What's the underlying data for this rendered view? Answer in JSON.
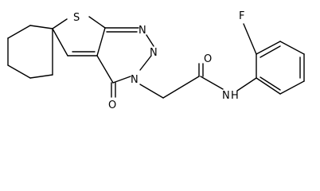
{
  "molecule": {
    "atom_labels": {
      "sulfur": "S",
      "nitrogen_triazine_top": "N",
      "nitrogen_triazine_mid": "N",
      "nitrogen_triazine_ring": "N",
      "oxygen_ring_carbonyl": "O",
      "oxygen_amide": "O",
      "nitrogen_amide": "N",
      "hydrogen_amide": "H",
      "fluorine": "F"
    },
    "colors": {
      "bond": "#000000",
      "label": "#000000",
      "background": "#ffffff"
    }
  }
}
